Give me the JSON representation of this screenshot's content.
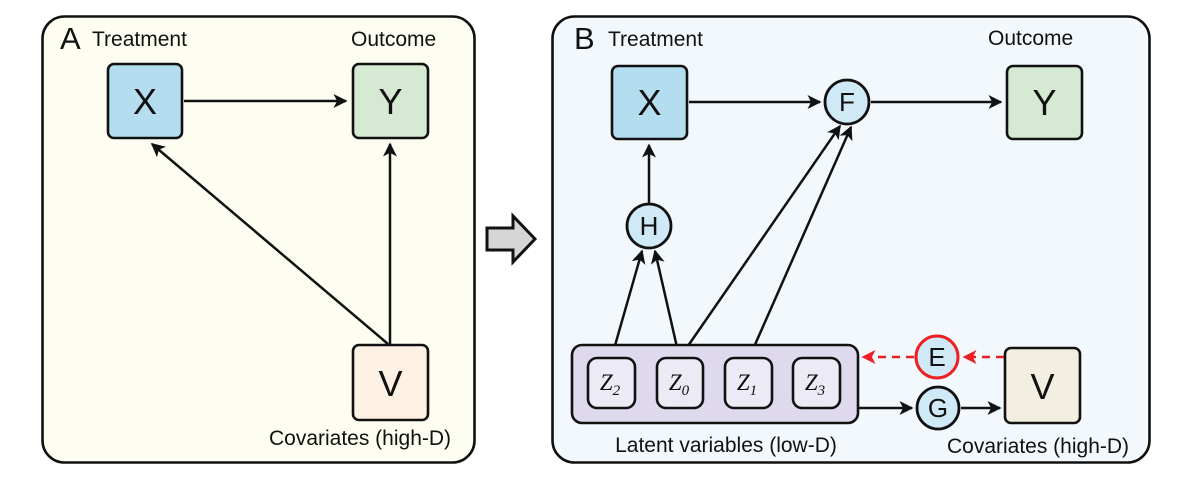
{
  "figure": {
    "colors": {
      "panel_a_bg": "#fdfdf2",
      "panel_b_bg": "#f2f8fc",
      "node_blue": "#b5ddf0",
      "node_green": "#d6e9d2",
      "node_peach_a": "#fdf1e3",
      "node_peach_b": "#f3eee2",
      "circle_blue": "#cfe9f6",
      "latent_container": "#ded9ec",
      "latent_node": "#eceaf4",
      "red": "#ec2024",
      "black": "#111111",
      "gray_arrow": "#d6d6d6"
    },
    "panel_a": {
      "label": "A",
      "treatment_label": "Treatment",
      "outcome_label": "Outcome",
      "covariates_label": "Covariates (high-D)",
      "nodes": {
        "x": "X",
        "y": "Y",
        "v": "V"
      },
      "edges": [
        {
          "from": "X",
          "to": "Y",
          "style": "solid"
        },
        {
          "from": "V",
          "to": "X",
          "style": "solid"
        },
        {
          "from": "V",
          "to": "Y",
          "style": "solid"
        }
      ]
    },
    "panel_b": {
      "label": "B",
      "treatment_label": "Treatment",
      "outcome_label": "Outcome",
      "covariates_label": "Covariates (high-D)",
      "latent_label": "Latent variables (low-D)",
      "nodes": {
        "x": "X",
        "y": "Y",
        "v": "V",
        "f": "F",
        "h": "H",
        "g": "G",
        "e": "E"
      },
      "latent_nodes": [
        {
          "base": "Z",
          "sub": "2"
        },
        {
          "base": "Z",
          "sub": "0"
        },
        {
          "base": "Z",
          "sub": "1"
        },
        {
          "base": "Z",
          "sub": "3"
        }
      ],
      "edges": [
        {
          "from": "H",
          "to": "X",
          "style": "solid"
        },
        {
          "from": "X",
          "to": "F",
          "style": "solid"
        },
        {
          "from": "F",
          "to": "Y",
          "style": "solid"
        },
        {
          "from": "Z2",
          "to": "H",
          "style": "solid"
        },
        {
          "from": "Z0",
          "to": "H",
          "style": "solid"
        },
        {
          "from": "Z0",
          "to": "F",
          "style": "solid"
        },
        {
          "from": "Z1",
          "to": "F",
          "style": "solid"
        },
        {
          "from": "Z",
          "to": "G",
          "style": "solid"
        },
        {
          "from": "G",
          "to": "V",
          "style": "solid"
        },
        {
          "from": "V",
          "to": "E",
          "style": "dashed-red"
        },
        {
          "from": "E",
          "to": "Z",
          "style": "dashed-red"
        }
      ]
    }
  }
}
